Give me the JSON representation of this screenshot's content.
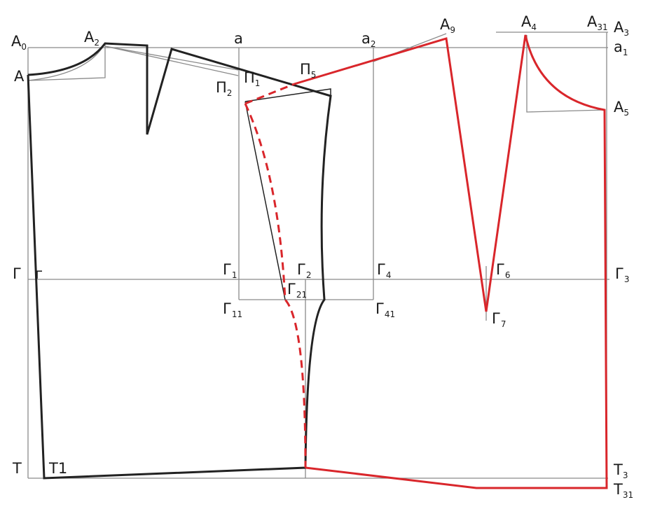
{
  "labels": {
    "A0": {
      "main": "A",
      "sub": "0"
    },
    "A": {
      "main": "A",
      "sub": ""
    },
    "A2": {
      "main": "A",
      "sub": "2"
    },
    "a": {
      "main": "a",
      "sub": ""
    },
    "a2": {
      "main": "a",
      "sub": "2"
    },
    "A9": {
      "main": "A",
      "sub": "9"
    },
    "A4": {
      "main": "A",
      "sub": "4"
    },
    "A31": {
      "main": "A",
      "sub": "31"
    },
    "A3": {
      "main": "A",
      "sub": "3"
    },
    "a1": {
      "main": "a",
      "sub": "1"
    },
    "A5": {
      "main": "A",
      "sub": "5"
    },
    "P2": {
      "main": "П",
      "sub": "2"
    },
    "P1": {
      "main": "П",
      "sub": "1"
    },
    "P5": {
      "main": "П",
      "sub": "5"
    },
    "G": {
      "main": "Г",
      "sub": ""
    },
    "g": {
      "main": "г",
      "sub": ""
    },
    "G1": {
      "main": "Г",
      "sub": "1"
    },
    "G2": {
      "main": "Г",
      "sub": "2"
    },
    "G21": {
      "main": "Г",
      "sub": "21"
    },
    "G4": {
      "main": "Г",
      "sub": "4"
    },
    "G11": {
      "main": "Г",
      "sub": "11"
    },
    "G41": {
      "main": "Г",
      "sub": "41"
    },
    "G6": {
      "main": "Г",
      "sub": "6"
    },
    "G7": {
      "main": "Г",
      "sub": "7"
    },
    "G3": {
      "main": "Г",
      "sub": "3"
    },
    "T": {
      "main": "T",
      "sub": ""
    },
    "T1": {
      "main": "T1",
      "sub": ""
    },
    "T3": {
      "main": "T",
      "sub": "3"
    },
    "T31": {
      "main": "T",
      "sub": "31"
    }
  },
  "colors": {
    "front": "#222222",
    "back": "#d9262b",
    "construction": "#8a8a8a"
  }
}
